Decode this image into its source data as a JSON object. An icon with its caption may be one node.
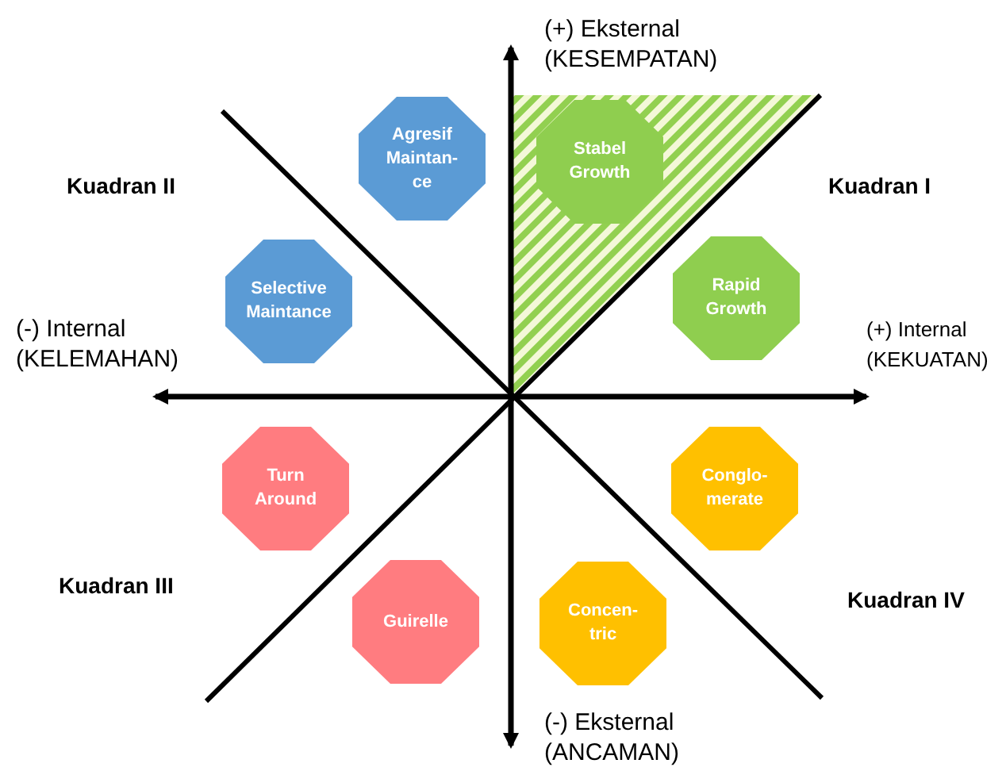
{
  "diagram": {
    "nodes": [
      {
        "text": [
          "Agresif Maintan-ce"
        ]
      },
      {
        "text": [
          "Stabel Growth"
        ]
      },
      {
        "text": [
          "Selective Maintance"
        ]
      },
      {
        "text": [
          "Rapid Growth"
        ]
      },
      {
        "text": [
          "Turn Around"
        ]
      },
      {
        "text": [
          "Conglo-merate"
        ]
      },
      {
        "text": [
          "Guirelle"
        ]
      },
      {
        "text": [
          "Concen-tric"
        ]
      }
    ],
    "edges": [],
    "labels": [
      "(+) Eksternal (KESEMPATAN)",
      "Kuadran II",
      "Kuadran I",
      "(-) Internal (KELEMAHAN)",
      "(+) Internal (KEKUATAN)",
      "Kuadran III",
      "Kuadran IV",
      "(-) Eksternal (ANCAMAN)"
    ]
  }
}
